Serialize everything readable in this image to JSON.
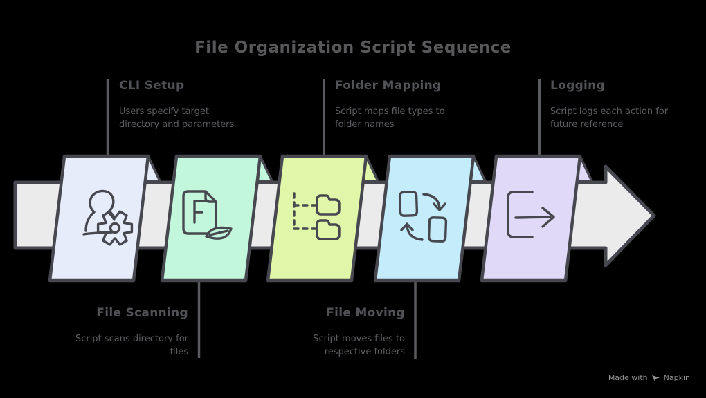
{
  "title": "File Organization Script Sequence",
  "credit": {
    "prefix": "Made with",
    "brand": "Napkin"
  },
  "colors": {
    "background": "#000000",
    "outline": "#47484f",
    "arrow_fill": "#ebebeb",
    "title_text": "#58585b",
    "heading_text": "#515256",
    "description_text": "#5d5e62",
    "credit_text": "#909092"
  },
  "steps": [
    {
      "id": "cli-setup",
      "title": "CLI Setup",
      "description": "Users specify target directory and parameters",
      "label_position": "top",
      "panel_color": "#e7ecfb",
      "icon": "user-gear-icon"
    },
    {
      "id": "file-scanning",
      "title": "File Scanning",
      "description": "Script scans directory for files",
      "label_position": "bottom",
      "panel_color": "#c2f7dc",
      "icon": "file-scan-icon"
    },
    {
      "id": "folder-mapping",
      "title": "Folder Mapping",
      "description": "Script maps file types to folder names",
      "label_position": "top",
      "panel_color": "#e0f7a9",
      "icon": "folder-tree-icon"
    },
    {
      "id": "file-moving",
      "title": "File Moving",
      "description": "Script moves files to respective folders",
      "label_position": "bottom",
      "panel_color": "#c5ecfb",
      "icon": "file-swap-icon"
    },
    {
      "id": "logging",
      "title": "Logging",
      "description": "Script logs each action for future reference",
      "label_position": "top",
      "panel_color": "#e0d9f7",
      "icon": "file-export-icon"
    }
  ]
}
